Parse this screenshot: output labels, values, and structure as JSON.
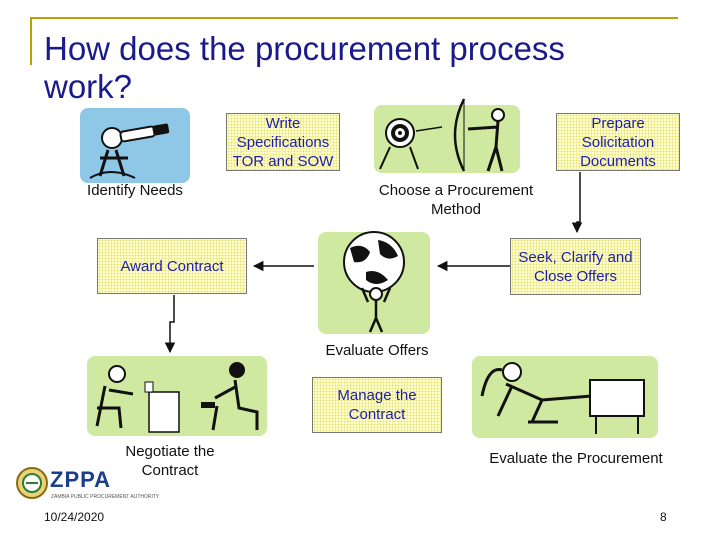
{
  "slide": {
    "title": "How does the procurement process work?",
    "date": "10/24/2020",
    "page_number": "8"
  },
  "steps": {
    "write_specs": "Write Specifications TOR and SOW",
    "prepare_docs": "Prepare Solicitation Documents",
    "identify_needs": "Identify Needs",
    "choose_method": "Choose a Procurement Method",
    "award_contract": "Award Contract",
    "seek_offers": "Seek, Clarify and Close Offers",
    "evaluate_offers": "Evaluate Offers",
    "manage_contract": "Manage the Contract",
    "negotiate_contract": "Negotiate the Contract",
    "evaluate_procurement": "Evaluate the Procurement"
  },
  "logo": {
    "name": "ZPPA",
    "tagline": "ZAMBIA PUBLIC PROCUREMENT AUTHORITY"
  },
  "colors": {
    "title": "#1a1a8a",
    "box_text": "#1e1eaa",
    "box_fill": "#ffffcc",
    "picture_bg": "#cfe9a0",
    "frame": "#b8a300"
  }
}
